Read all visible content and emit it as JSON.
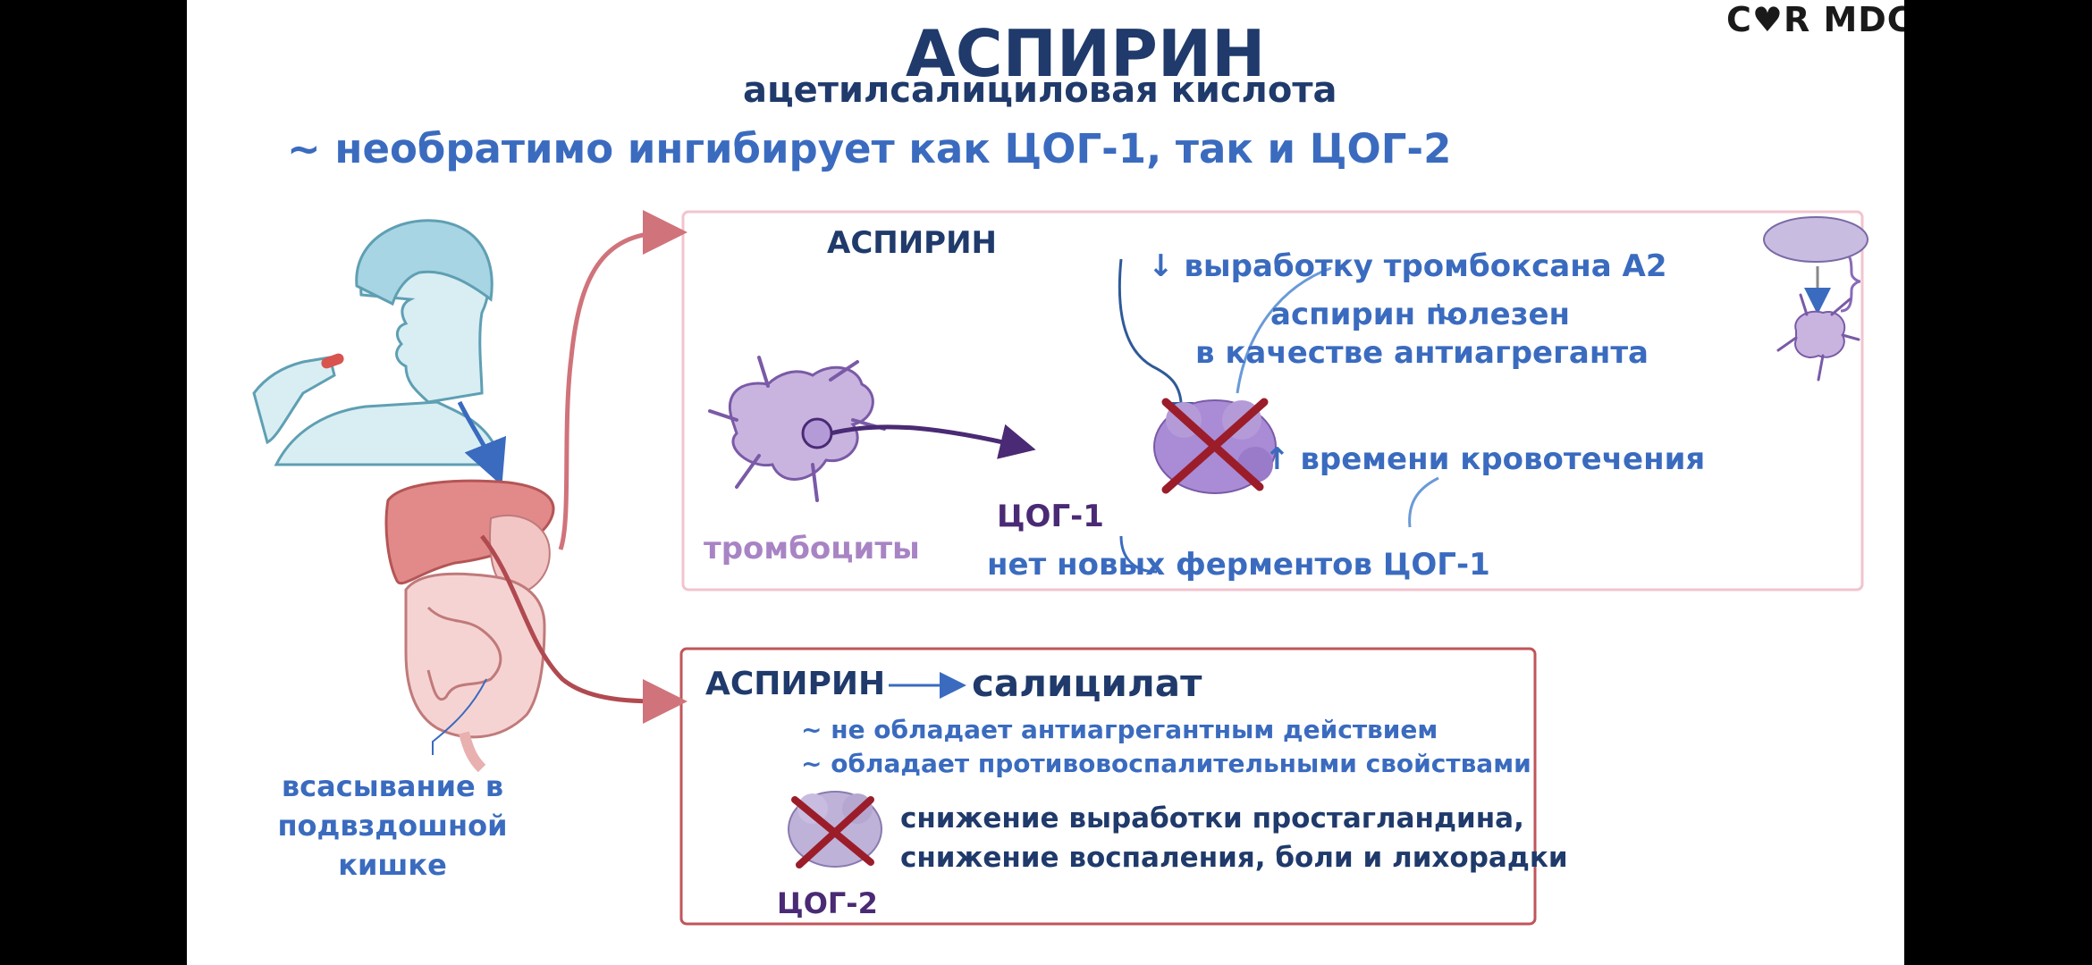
{
  "logo": {
    "text": "C♥R MDC",
    "heart_color": "#c0303a"
  },
  "header": {
    "title": "АСПИРИН",
    "subtitle": "ацетилсалициловая кислота",
    "mechanism": "необратимо ингибирует как ЦОГ-1, так и ЦОГ-2",
    "bullet": "~"
  },
  "left": {
    "absorption": [
      "всасывание в",
      "подвздошной",
      "кишке"
    ]
  },
  "top_box": {
    "aspirin_label": "АСПИРИН",
    "thromboxane": "выработку тромбоксана А2",
    "useful_1": "аспирин полезен",
    "useful_2": "в качестве антиагреганта",
    "bleeding": "времени кровотечения",
    "cox1": "ЦОГ-1",
    "platelets": "тромбоциты",
    "no_enzymes": "нет новых ферментов ЦОГ-1",
    "arrow_down": "↓",
    "arrow_up": "↑"
  },
  "bottom_box": {
    "aspirin_label": "АСПИРИН",
    "salicylate": "салицилат",
    "point_1": "не обладает антиагрегантным действием",
    "point_2": "обладает противовоспалительными свойствами",
    "effect_1": "снижение выработки простагландина,",
    "effect_2": "снижение воспаления, боли и лихорадки",
    "cox2": "ЦОГ-2"
  },
  "colors": {
    "dark_blue": "#1f3a6b",
    "blue": "#3a6bbf",
    "purple": "#4a2a74",
    "pink_border": "#f2c4cf",
    "red_border": "#c0555a",
    "red_arrow": "#d0737a"
  }
}
